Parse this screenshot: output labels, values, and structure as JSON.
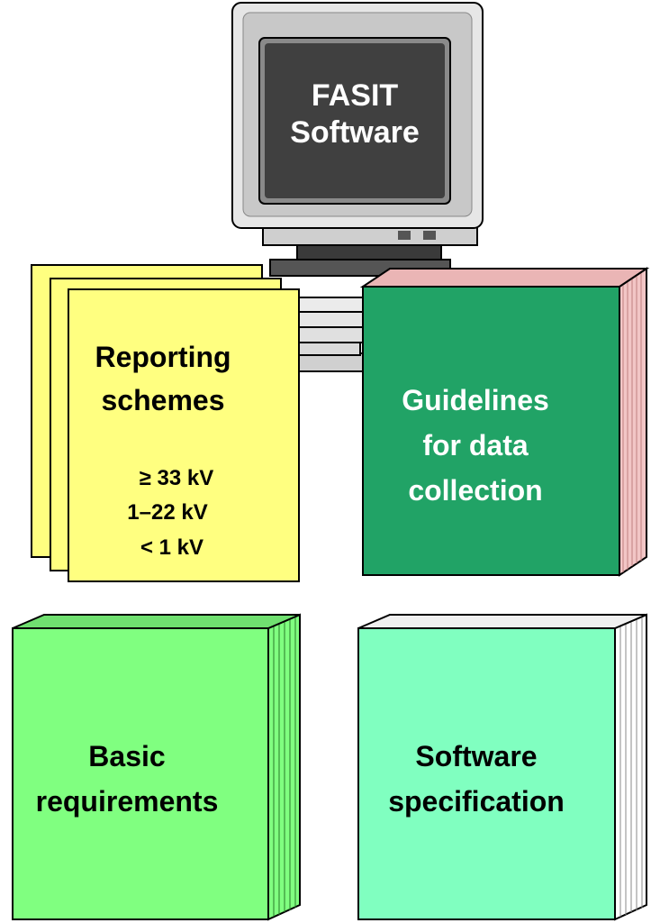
{
  "computer": {
    "title_line1": "FASIT",
    "title_line2": "Software",
    "screen_color": "#404040",
    "case_color": "#e6e6e6"
  },
  "reporting": {
    "title_line1": "Reporting",
    "title_line2": "schemes",
    "levels": [
      "≥ 33 kV",
      "1–22 kV",
      "< 1 kV"
    ],
    "color": "#ffff80"
  },
  "guidelines": {
    "line1": "Guidelines",
    "line2": "for data",
    "line3": "collection",
    "color": "#21a366"
  },
  "basic": {
    "line1": "Basic",
    "line2": "requirements",
    "color": "#80ff80"
  },
  "spec": {
    "line1": "Software",
    "line2": "specification",
    "color": "#80ffc0"
  }
}
